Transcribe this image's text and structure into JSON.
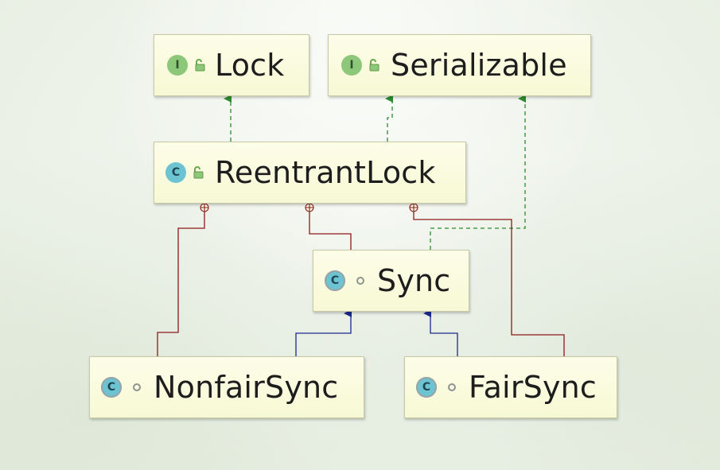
{
  "nodes": {
    "lock": {
      "label": "Lock",
      "kind_glyph": "I",
      "kind_icon": "interface-icon",
      "access_icon": "open-lock-icon"
    },
    "serializable": {
      "label": "Serializable",
      "kind_glyph": "I",
      "kind_icon": "interface-icon",
      "access_icon": "open-lock-icon"
    },
    "reentrantlock": {
      "label": "ReentrantLock",
      "kind_glyph": "C",
      "kind_icon": "class-icon",
      "access_icon": "open-lock-icon"
    },
    "sync": {
      "label": "Sync",
      "kind_glyph": "C",
      "kind_icon": "abstract-class-icon",
      "access_icon": "package-private-dot-icon"
    },
    "nonfairsync": {
      "label": "NonfairSync",
      "kind_glyph": "C",
      "kind_icon": "static-class-icon",
      "access_icon": "package-private-dot-icon"
    },
    "fairsync": {
      "label": "FairSync",
      "kind_glyph": "C",
      "kind_icon": "static-class-icon",
      "access_icon": "package-private-dot-icon"
    }
  },
  "edges": [
    {
      "from": "reentrantlock",
      "to": "lock",
      "relation": "implements"
    },
    {
      "from": "reentrantlock",
      "to": "serializable",
      "relation": "implements"
    },
    {
      "from": "sync",
      "to": "serializable",
      "relation": "implements"
    },
    {
      "from": "sync",
      "to": "reentrantlock",
      "relation": "inner-class"
    },
    {
      "from": "nonfairsync",
      "to": "reentrantlock",
      "relation": "inner-class"
    },
    {
      "from": "fairsync",
      "to": "reentrantlock",
      "relation": "inner-class"
    },
    {
      "from": "nonfairsync",
      "to": "sync",
      "relation": "extends"
    },
    {
      "from": "fairsync",
      "to": "sync",
      "relation": "extends"
    }
  ],
  "colors": {
    "implements": "#2e8b2e",
    "extends": "#1a2a8c",
    "inner-class": "#8b1a1a",
    "interface-badge": "#8cc77a",
    "class-badge": "#6cc3d1",
    "node-fill": "#f7f9d4"
  }
}
